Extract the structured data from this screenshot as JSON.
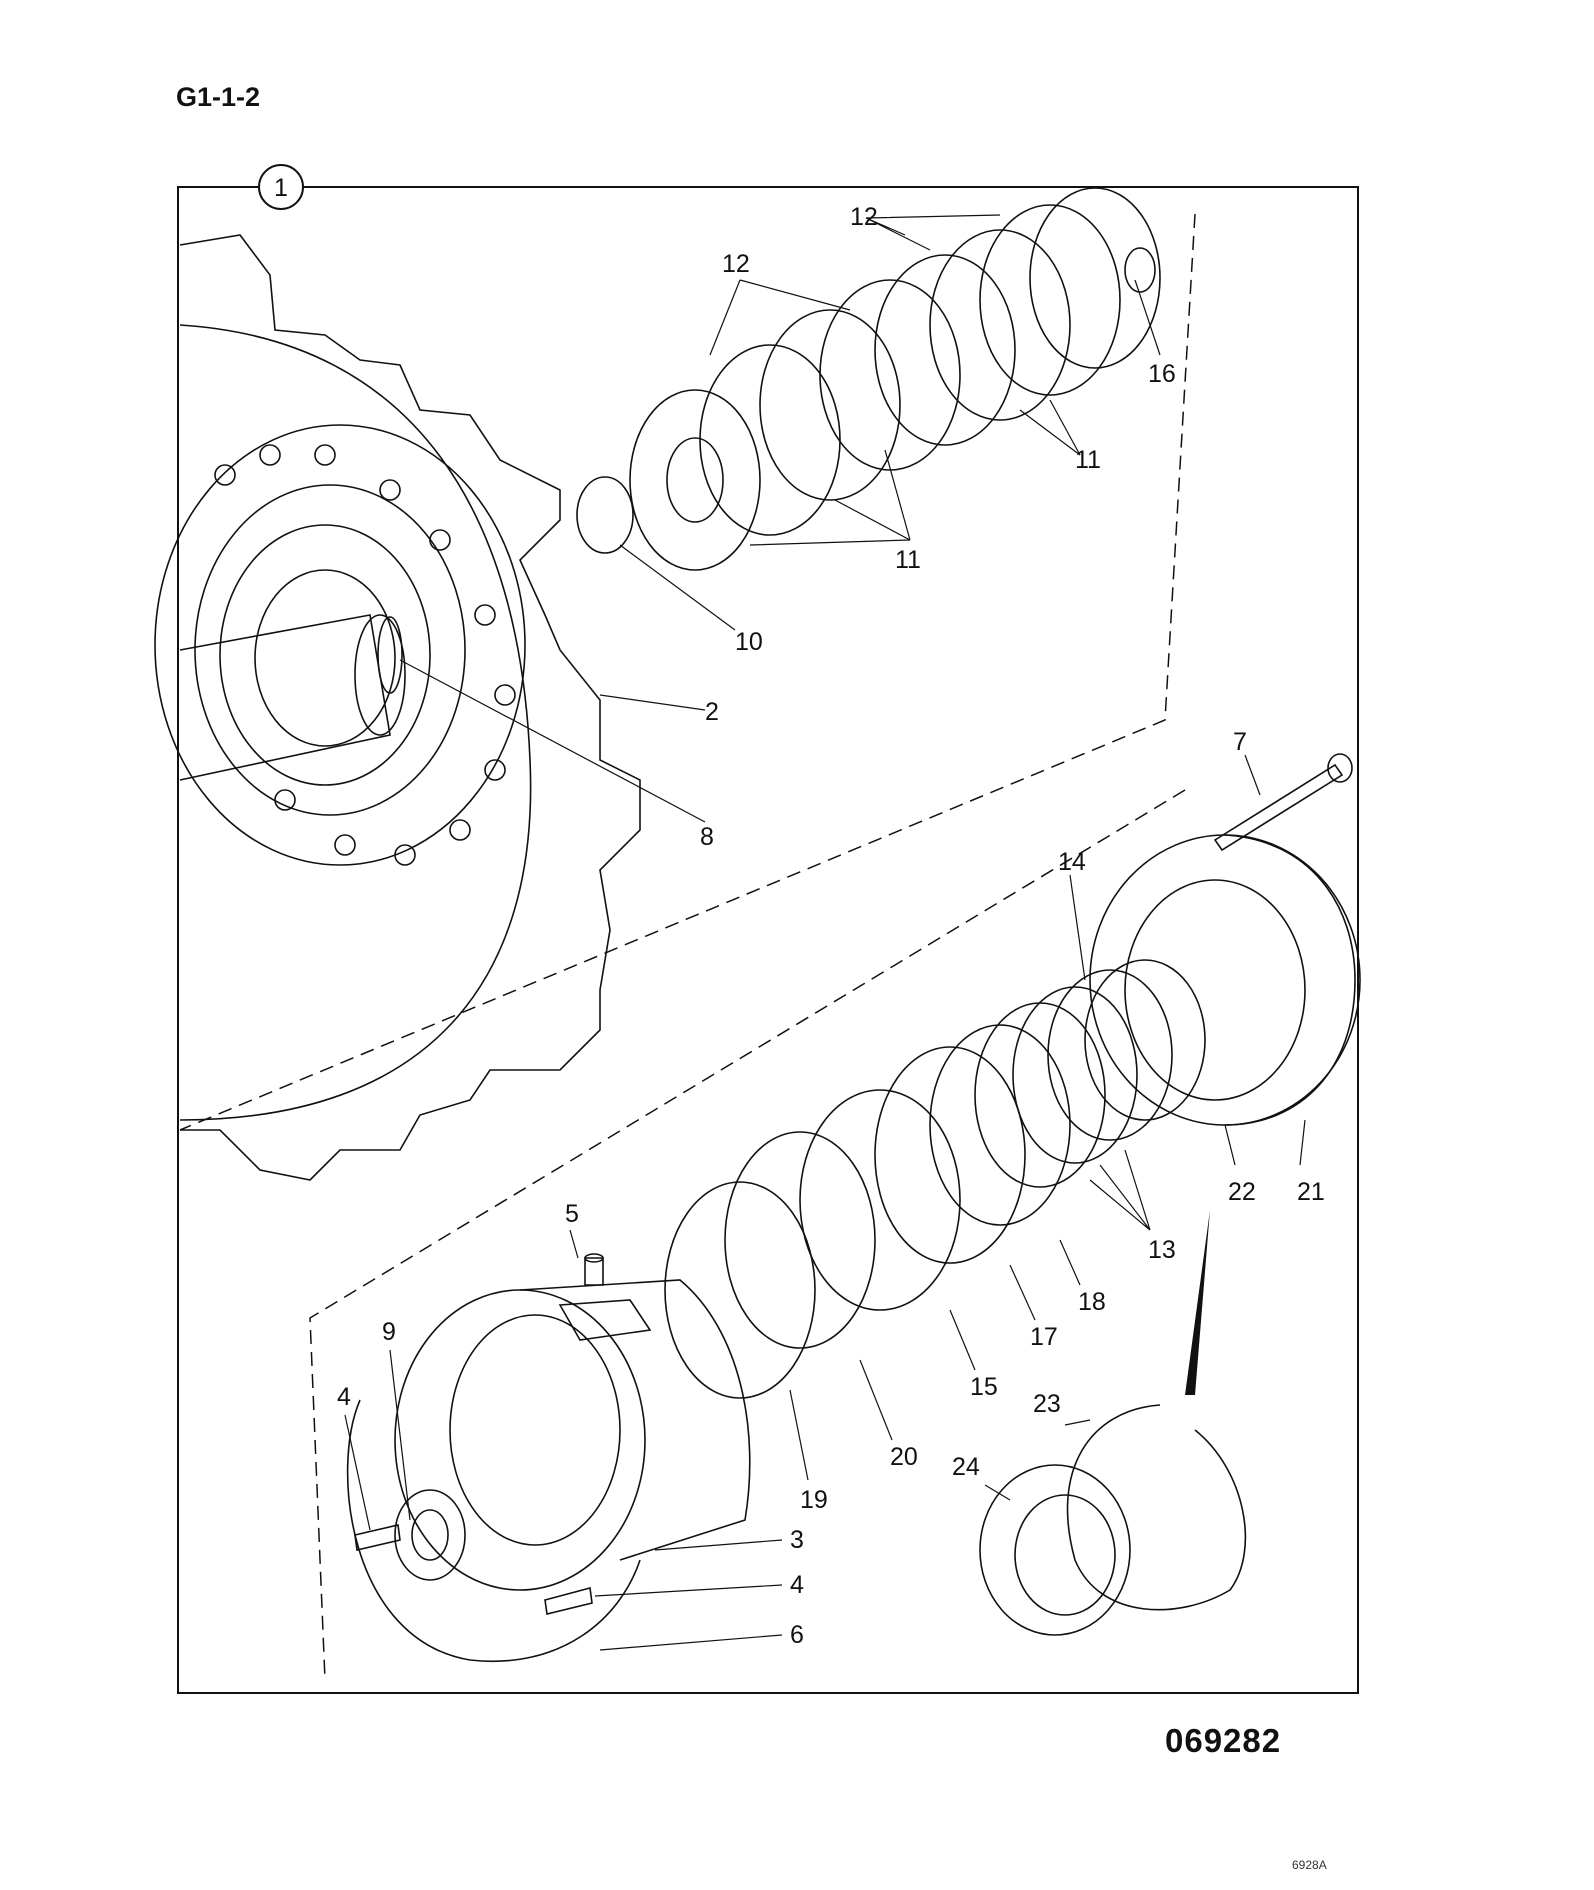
{
  "header": {
    "page_code": "G1-1-2"
  },
  "footer": {
    "drawing_number": "069282",
    "small_code": "6928A"
  },
  "diagram": {
    "group_number": "1",
    "callouts": [
      "12",
      "12",
      "16",
      "11",
      "11",
      "10",
      "2",
      "8",
      "7",
      "14",
      "22",
      "21",
      "13",
      "18",
      "17",
      "15",
      "5",
      "9",
      "4",
      "20",
      "19",
      "3",
      "4",
      "6",
      "23",
      "24"
    ]
  }
}
